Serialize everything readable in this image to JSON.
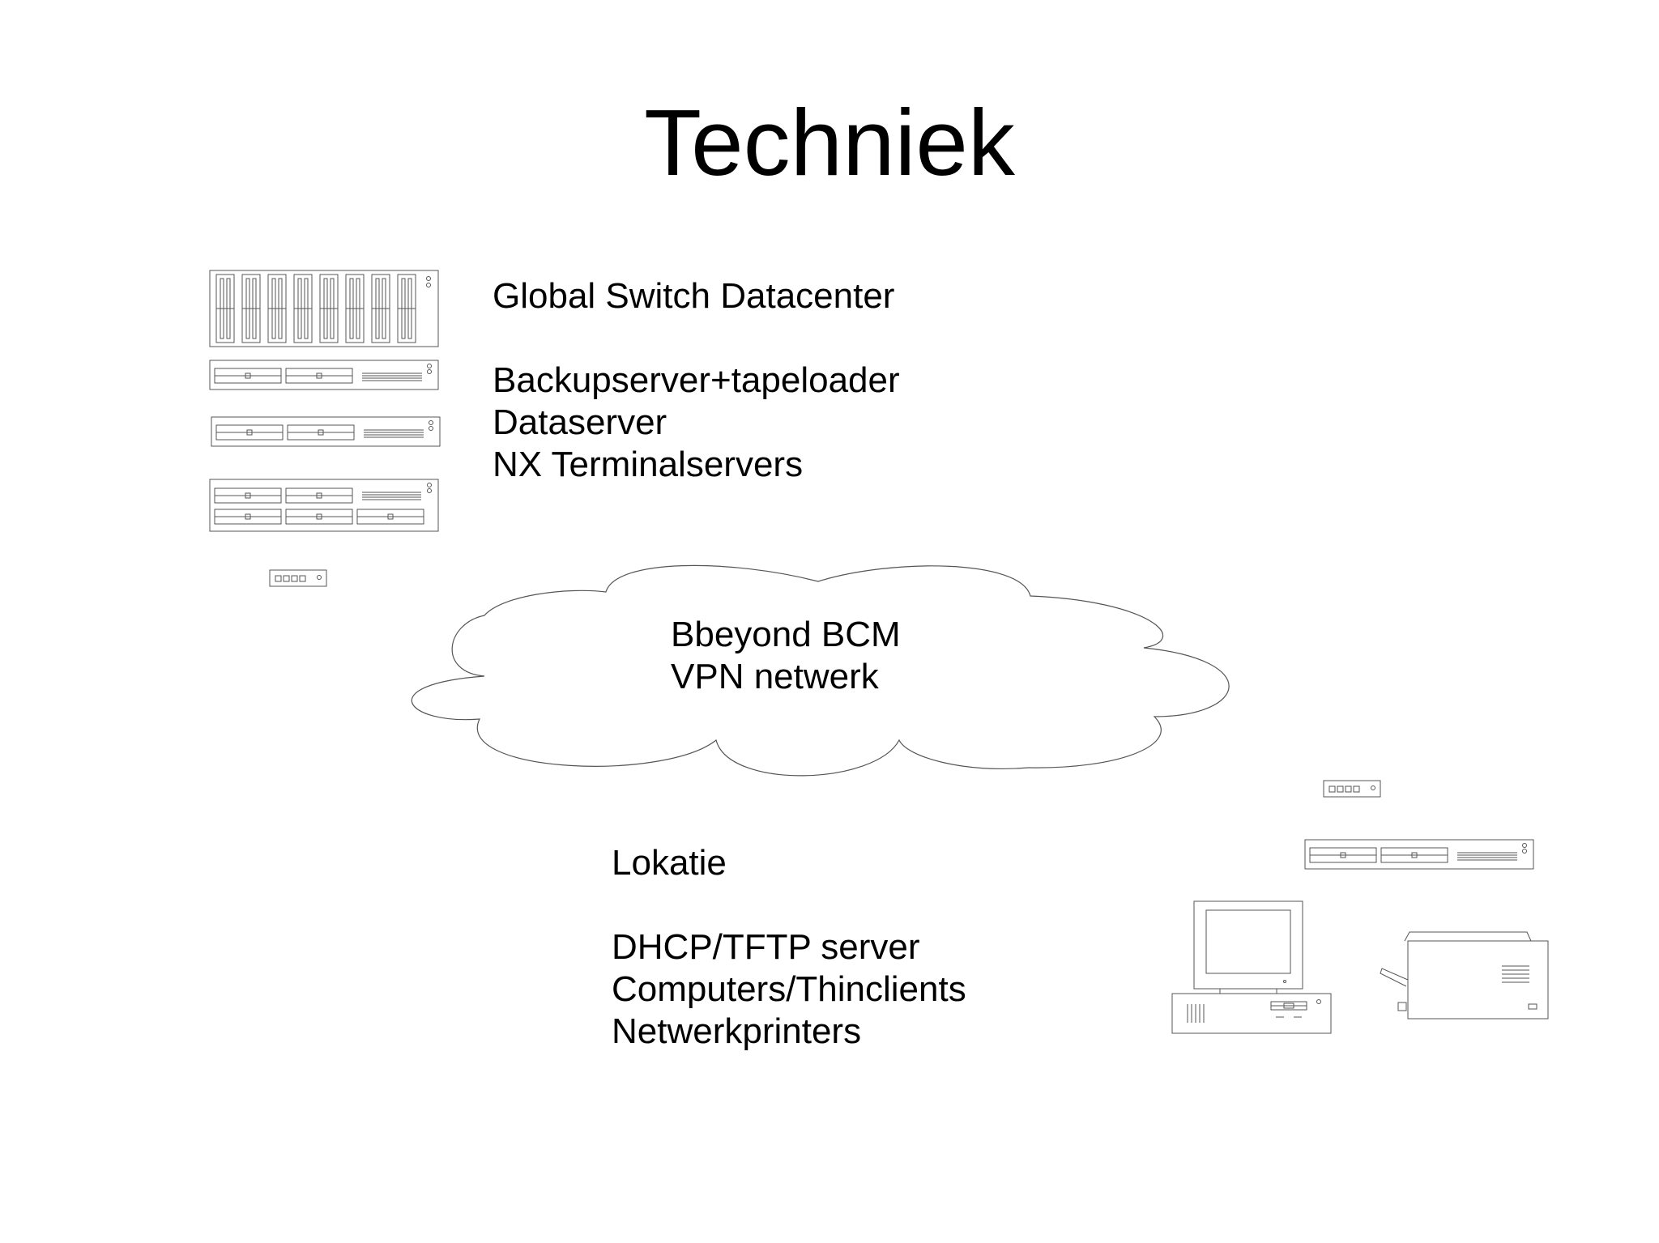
{
  "slide": {
    "title": "Techniek"
  },
  "datacenter": {
    "heading": "Global Switch Datacenter",
    "items": [
      "Backupserver+tapeloader",
      "Dataserver",
      "NX Terminalservers"
    ]
  },
  "network": {
    "lines": [
      "Bbeyond BCM",
      "VPN netwerk"
    ]
  },
  "location": {
    "heading": "Lokatie",
    "items": [
      "DHCP/TFTP server",
      "Computers/Thinclients",
      "Netwerkprinters"
    ]
  },
  "icons": {
    "datacenter": [
      "tape-library-icon",
      "server-2u-icon",
      "server-2u-icon",
      "server-4u-icon",
      "network-switch-icon"
    ],
    "cloud": "cloud-icon",
    "location": [
      "network-switch-icon",
      "server-2u-icon",
      "desktop-computer-icon",
      "printer-icon"
    ]
  }
}
